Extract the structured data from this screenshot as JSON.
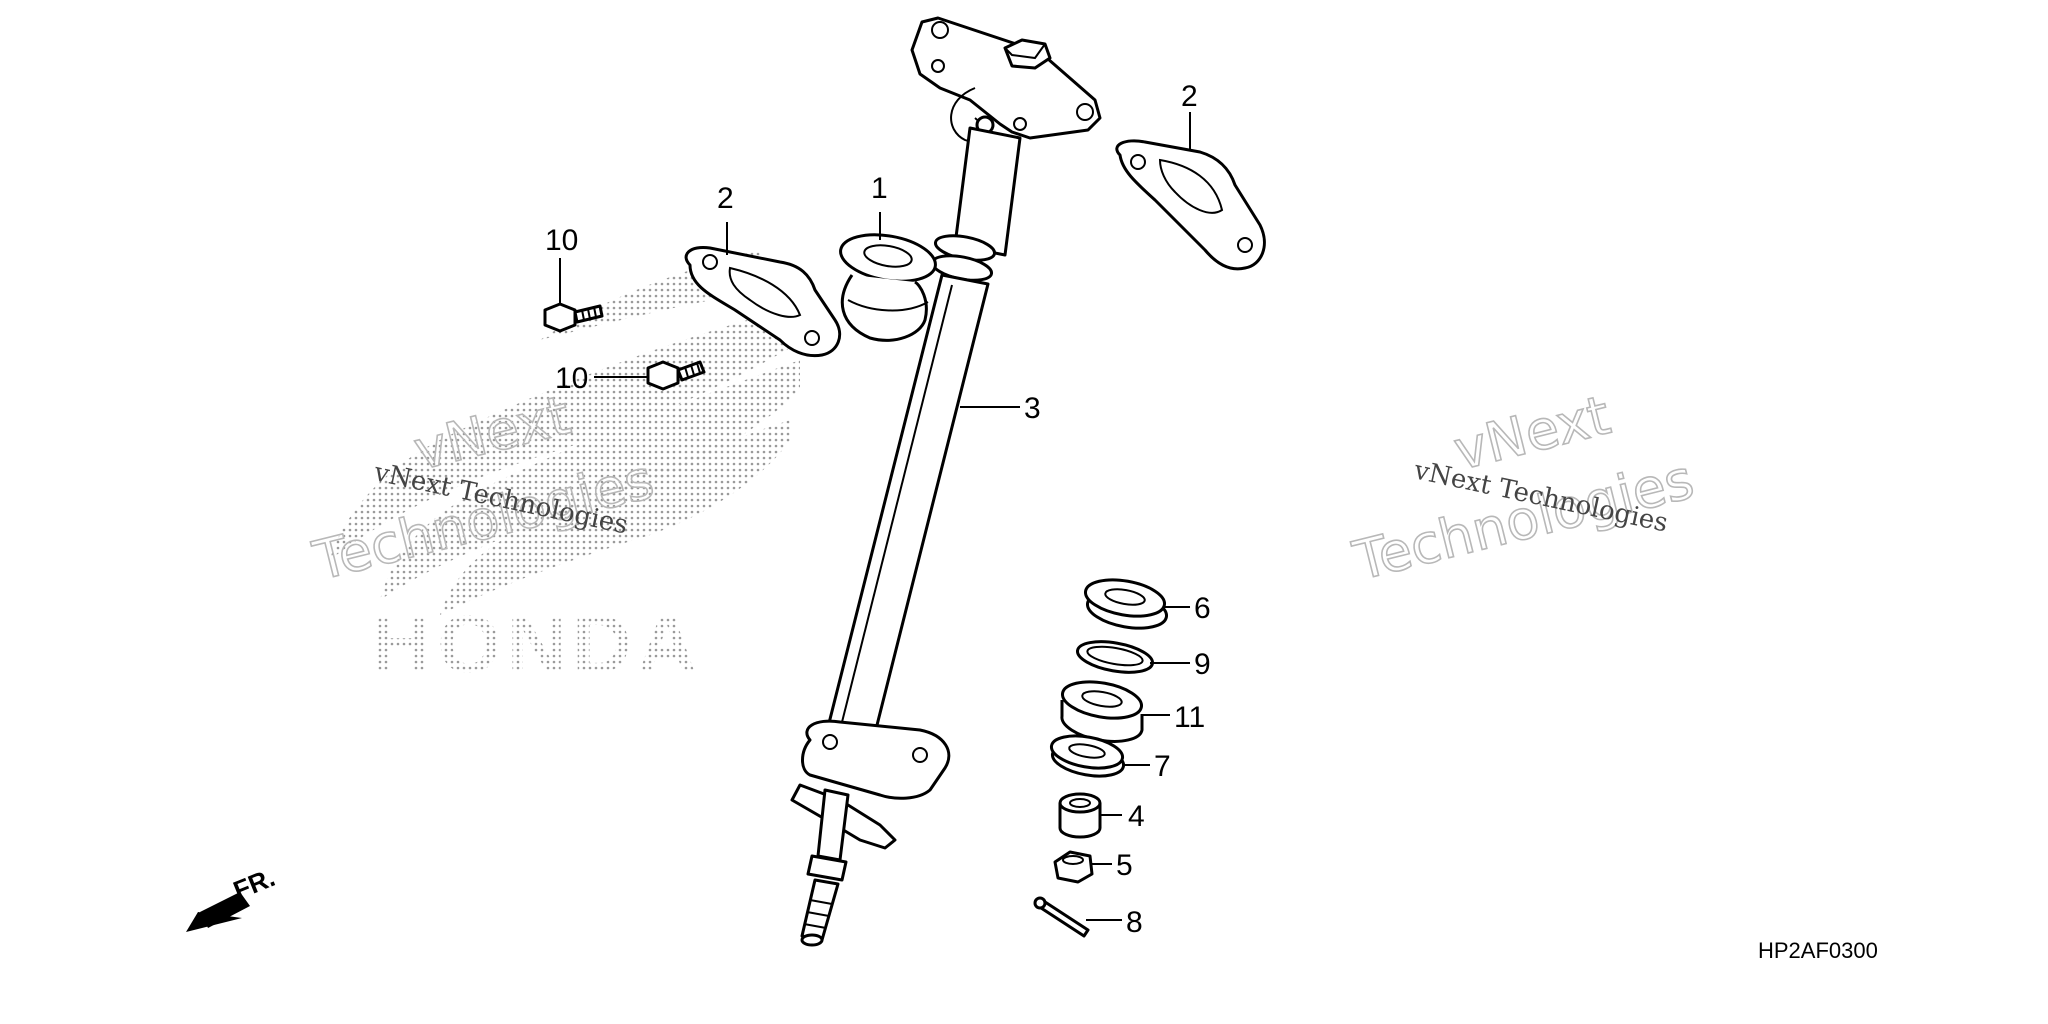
{
  "diagram_code": "HP2AF0300",
  "front_indicator": "FR.",
  "watermark": {
    "brand": "HONDA",
    "caption": "vNext Technologies",
    "outline_line1": "vNext",
    "outline_line2": "Technologies"
  },
  "callouts": [
    "1",
    "2",
    "2",
    "3",
    "4",
    "5",
    "6",
    "7",
    "8",
    "9",
    "10",
    "10",
    "11"
  ],
  "colors": {
    "line": "#000000",
    "watermark": "#b8b8b8",
    "background": "#ffffff"
  }
}
